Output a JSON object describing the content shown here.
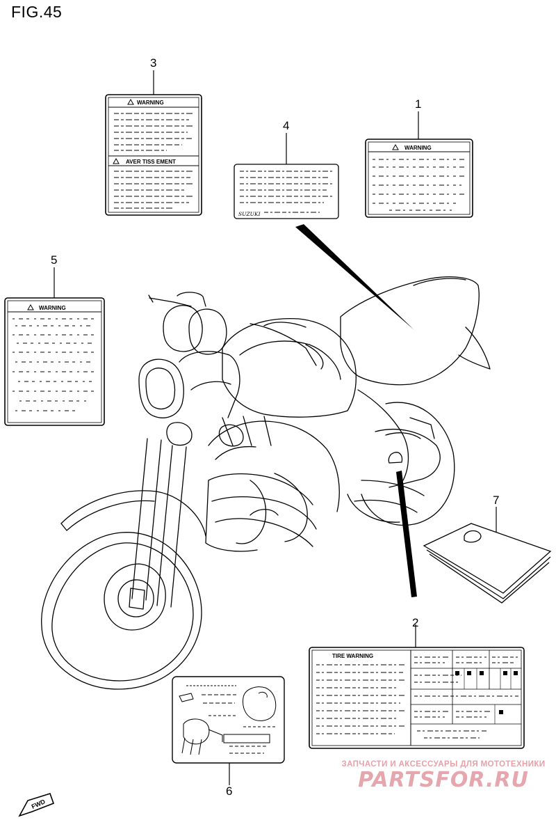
{
  "figure": {
    "title": "FIG.45"
  },
  "callouts": [
    "1",
    "2",
    "3",
    "4",
    "5",
    "6",
    "7"
  ],
  "labels": {
    "warning": "WARNING",
    "avertissement": "AVER TISS EMENT",
    "tire_warning": "TIRE WARNING",
    "brand_script": "SUZUKI"
  },
  "direction": {
    "fwd": "FWD"
  },
  "watermark": {
    "tagline": "ЗАПЧАСТИ И АКСЕССУАРЫ ДЛЯ МОТОТЕХНИКИ",
    "brand": "PARTSFOR.RU",
    "color": "#e6a6ad"
  },
  "icons": [
    "warning-triangle-icon",
    "fwd-arrow-icon"
  ]
}
